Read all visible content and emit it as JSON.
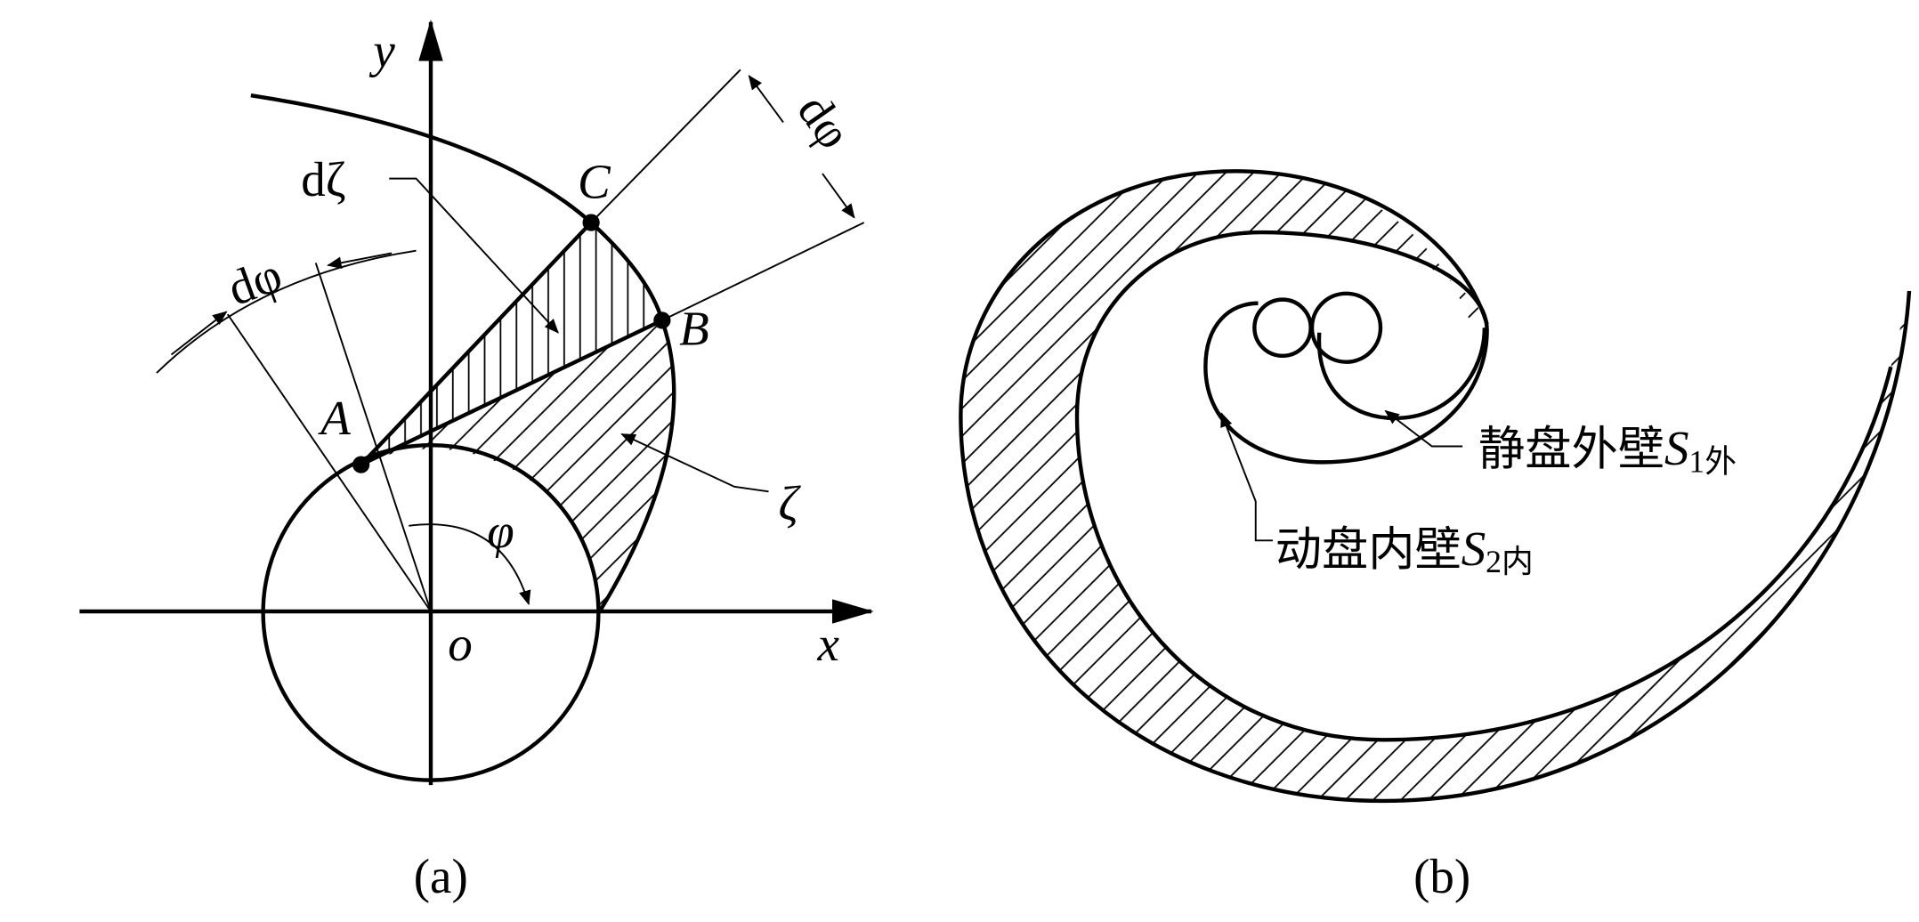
{
  "panel_a": {
    "caption": "(a)",
    "axis_x": "x",
    "axis_y": "y",
    "origin": "o",
    "point_a": "A",
    "point_b": "B",
    "point_c": "C",
    "d_phi_left": "dφ",
    "d_phi_right": "dφ",
    "d_zeta": "dζ",
    "zeta": "ζ",
    "phi": "φ"
  },
  "panel_b": {
    "caption": "(b)",
    "static_wall_label": "静盘外壁",
    "static_wall_symbol": "S",
    "static_wall_sub": "1外",
    "orbiting_wall_label": "动盘内壁",
    "orbiting_wall_symbol": "S",
    "orbiting_wall_sub": "2内"
  }
}
